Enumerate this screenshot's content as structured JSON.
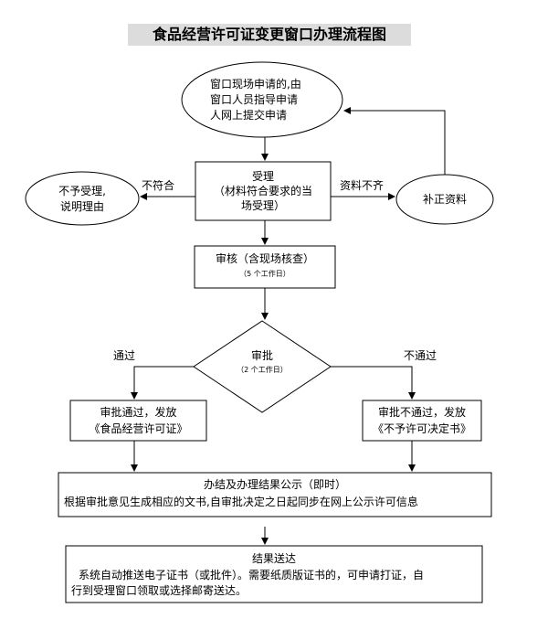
{
  "title": "食品经营许可证变更窗口办理流程图",
  "nodes": {
    "apply": [
      "窗口现场申请的,由",
      "窗口人员指导申请",
      "人网上提交申请"
    ],
    "accept": [
      "受理",
      "（材料符合要求的当",
      "场受理）"
    ],
    "reject": [
      "不予受理,",
      "说明理由"
    ],
    "supplement": "补正资料",
    "review": [
      "审核（含现场核查）",
      "（5 个工作日）"
    ],
    "approve_decision": [
      "审批",
      "（2 个工作日）"
    ],
    "pass_result": [
      "审批通过，发放",
      "《食品经营许可证》"
    ],
    "fail_result": [
      "审批不通过，发放",
      "《不予许可决定书》"
    ],
    "publicity": [
      "办结及办理结果公示（即时）",
      "根据审批意见生成相应的文书,自审批决定之日起同步在网上公示许可信息"
    ],
    "delivery": [
      "结果送达",
      "系统自动推送电子证书（或批件）。需要纸质版证书的，可申请打证，自",
      "行到受理窗口领取或选择邮寄送达。"
    ]
  },
  "edge_labels": {
    "not_match": "不符合",
    "incomplete": "资料不齐",
    "pass": "通过",
    "fail": "不通过"
  }
}
